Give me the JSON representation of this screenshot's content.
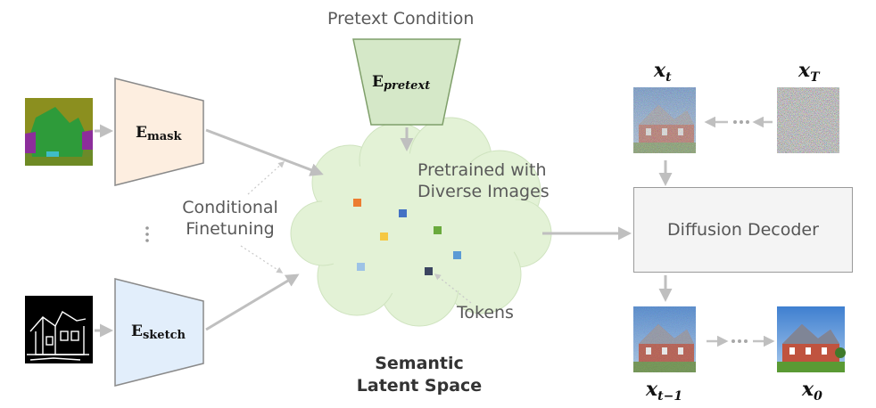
{
  "pretext": {
    "title": "Pretext Condition",
    "encoder_main": "E",
    "encoder_sub": "pretext"
  },
  "encoders": {
    "mask_main": "E",
    "mask_sub": "mask",
    "sketch_main": "E",
    "sketch_sub": "sketch"
  },
  "labels": {
    "conditional_line1": "Conditional",
    "conditional_line2": "Finetuning",
    "pretrained_line1": "Pretrained with",
    "pretrained_line2": "Diverse Images",
    "tokens": "Tokens",
    "latent_line1": "Semantic",
    "latent_line2": "Latent Space",
    "decoder": "Diffusion Decoder"
  },
  "math": {
    "xt_main": "x",
    "xt_sub": "t",
    "xT_main": "x",
    "xT_sub": "T",
    "xt1_main": "x",
    "xt1_sub": "t−1",
    "x0_main": "x",
    "x0_sub": "0"
  },
  "colors": {
    "pretext_fill": "#d5e8c8",
    "mask_fill": "#fdeee0",
    "sketch_fill": "#e2eefb",
    "cloud_fill": "#e3f2d6",
    "arrow": "#bfbfbf",
    "token_orange": "#ec7d31",
    "token_blue": "#4472c4",
    "token_yellow": "#f5c842",
    "token_green": "#6aaa3d",
    "token_light_blue": "#5b9bd5",
    "token_sky": "#9dc3e6",
    "token_navy": "#3b4560"
  }
}
